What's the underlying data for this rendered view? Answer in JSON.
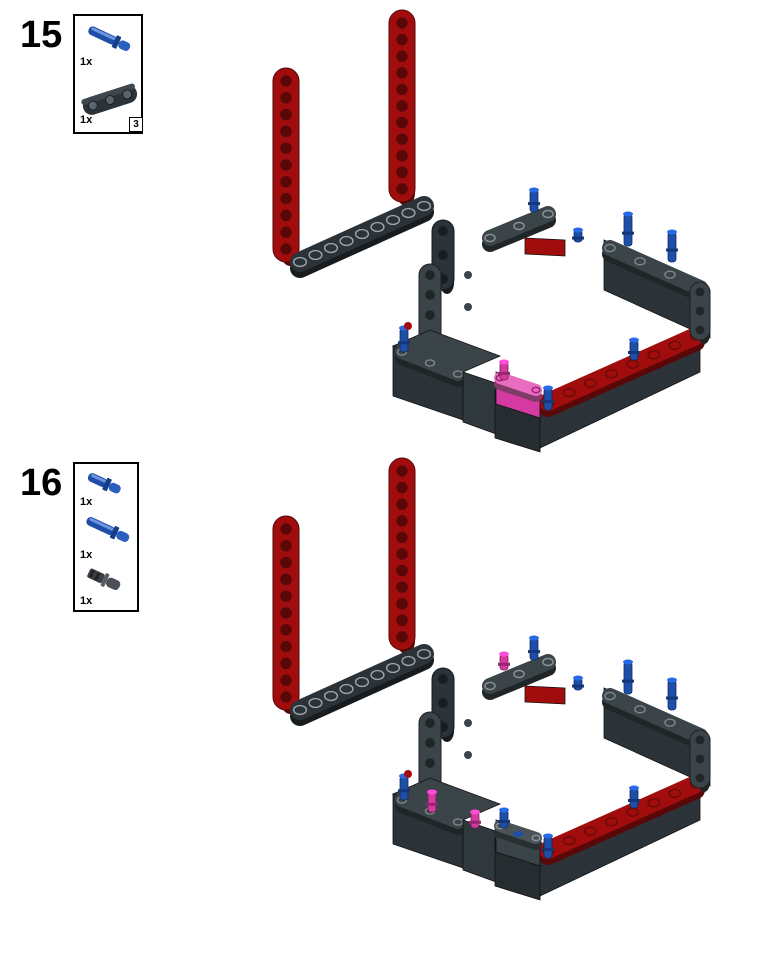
{
  "steps": [
    {
      "number": "15",
      "parts": [
        {
          "qty": "1x",
          "icon": "blue-pin-icon",
          "color": "#1e4ea8"
        },
        {
          "qty": "1x",
          "icon": "dark-gray-beam-3-icon",
          "color": "#2b3338",
          "badge": "3"
        }
      ]
    },
    {
      "number": "16",
      "parts": [
        {
          "qty": "1x",
          "icon": "blue-short-pin-icon",
          "color": "#1e4ea8"
        },
        {
          "qty": "1x",
          "icon": "blue-pin-icon",
          "color": "#1e4ea8"
        },
        {
          "qty": "1x",
          "icon": "gray-axle-pin-icon",
          "color": "#3a3f44"
        }
      ]
    }
  ],
  "colors": {
    "dark_gray": "#2b3338",
    "red": "#a10d0d",
    "blue": "#1e4ea8",
    "magenta": "#d43aa0"
  }
}
